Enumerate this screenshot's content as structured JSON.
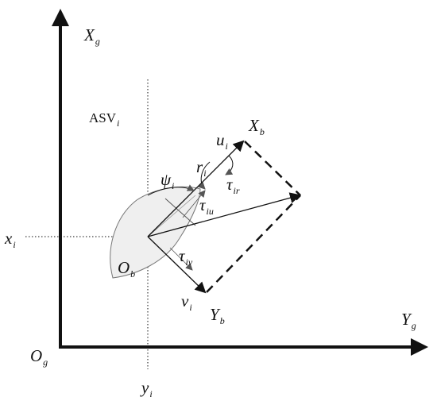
{
  "labels": {
    "global_x_axis": {
      "main": "X",
      "sub": "g"
    },
    "global_y_axis": {
      "main": "Y",
      "sub": "g"
    },
    "global_origin": {
      "main": "O",
      "sub": "g"
    },
    "body_x_axis": {
      "main": "X",
      "sub": "b"
    },
    "body_y_axis": {
      "main": "Y",
      "sub": "b"
    },
    "body_origin": {
      "main": "O",
      "sub": "b"
    },
    "vessel_name": {
      "main": "ASV",
      "sub": "i"
    },
    "surge_velocity": {
      "main": "u",
      "sub": "i"
    },
    "sway_velocity": {
      "main": "v",
      "sub": "i"
    },
    "yaw_rate": {
      "main": "r",
      "sub": "i"
    },
    "heading_angle": {
      "main": "ψ",
      "sub": "i"
    },
    "yaw_torque": {
      "main": "τ",
      "sub": "ir"
    },
    "surge_force": {
      "main": "τ",
      "sub": "iu"
    },
    "sway_force": {
      "main": "τ",
      "sub": "iv"
    },
    "position_x": {
      "main": "x",
      "sub": "i"
    },
    "position_y": {
      "main": "y",
      "sub": "i"
    }
  },
  "colors": {
    "line": "#111111",
    "hull_fill": "#efefef",
    "hull_stroke": "#777777"
  }
}
